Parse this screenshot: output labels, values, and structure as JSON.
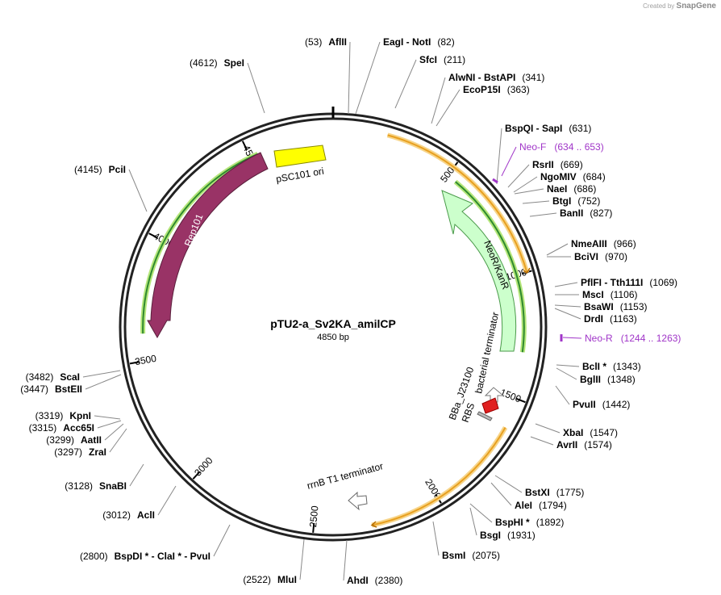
{
  "credit": {
    "prefix": "Created by",
    "brand": "SnapGene"
  },
  "plasmid": {
    "name": "pTU2-a_Sv2KA_amilCP",
    "length_label": "4850 bp",
    "length": 4850
  },
  "ticks": [
    "500",
    "1000",
    "1500",
    "2000",
    "2500",
    "3000",
    "3500",
    "4000",
    "4500"
  ],
  "sites": [
    {
      "name": "AflII",
      "pos": "(53)"
    },
    {
      "name": "EagI  -  NotI",
      "pos": "(82)"
    },
    {
      "name": "SfcI",
      "pos": "(211)"
    },
    {
      "name": "AlwNI  -  BstAPI",
      "pos": "(341)"
    },
    {
      "name": "EcoP15I",
      "pos": "(363)"
    },
    {
      "name": "BspQI  -  SapI",
      "pos": "(631)"
    },
    {
      "name": "RsrII",
      "pos": "(669)"
    },
    {
      "name": "NgoMIV",
      "pos": "(684)"
    },
    {
      "name": "NaeI",
      "pos": "(686)"
    },
    {
      "name": "BtgI",
      "pos": "(752)"
    },
    {
      "name": "BanII",
      "pos": "(827)"
    },
    {
      "name": "NmeAIII",
      "pos": "(966)"
    },
    {
      "name": "BciVI",
      "pos": "(970)"
    },
    {
      "name": "PflFI  -  Tth111I",
      "pos": "(1069)"
    },
    {
      "name": "MscI",
      "pos": "(1106)"
    },
    {
      "name": "BsaWI",
      "pos": "(1153)"
    },
    {
      "name": "DrdI",
      "pos": "(1163)"
    },
    {
      "name": "BclI *",
      "pos": "(1343)"
    },
    {
      "name": "BglII",
      "pos": "(1348)"
    },
    {
      "name": "PvuII",
      "pos": "(1442)"
    },
    {
      "name": "XbaI",
      "pos": "(1547)"
    },
    {
      "name": "AvrII",
      "pos": "(1574)"
    },
    {
      "name": "BstXI",
      "pos": "(1775)"
    },
    {
      "name": "AleI",
      "pos": "(1794)"
    },
    {
      "name": "BspHI *",
      "pos": "(1892)"
    },
    {
      "name": "BsgI",
      "pos": "(1931)"
    },
    {
      "name": "BsmI",
      "pos": "(2075)"
    },
    {
      "name": "AhdI",
      "pos": "(2380)"
    },
    {
      "name": "MluI",
      "pos": "(2522)"
    },
    {
      "name": "BspDI *  -  ClaI *  -  PvuI",
      "pos": "(2800)"
    },
    {
      "name": "AclI",
      "pos": "(3012)"
    },
    {
      "name": "SnaBI",
      "pos": "(3128)"
    },
    {
      "name": "ZraI",
      "pos": "(3297)"
    },
    {
      "name": "AatII",
      "pos": "(3299)"
    },
    {
      "name": "Acc65I",
      "pos": "(3315)"
    },
    {
      "name": "KpnI",
      "pos": "(3319)"
    },
    {
      "name": "BstEII",
      "pos": "(3447)"
    },
    {
      "name": "ScaI",
      "pos": "(3482)"
    },
    {
      "name": "PciI",
      "pos": "(4145)"
    },
    {
      "name": "SpeI",
      "pos": "(4612)"
    }
  ],
  "primers": [
    {
      "name": "Neo-F",
      "range": "(634 .. 653)"
    },
    {
      "name": "Neo-R",
      "range": "(1244 .. 1263)"
    }
  ],
  "features": [
    {
      "name": "pSC101 ori",
      "color": "#ffff00"
    },
    {
      "name": "Rep101",
      "color": "#993366"
    },
    {
      "name": "NeoR/KanR",
      "color": "#ccffcc"
    },
    {
      "name": "bacterial terminator",
      "color": "#ffffff"
    },
    {
      "name": "BBa_J23100",
      "color": "#ffffff"
    },
    {
      "name": "RBS",
      "color": "#ffffff"
    },
    {
      "name": "rrnB T1 terminator",
      "color": "#ffffff"
    }
  ],
  "colors": {
    "orf": "#e8a020",
    "orf_glow": "#f7d58a",
    "green_arc": "#2f8a2f",
    "green_glow": "#b5e67a",
    "primer": "#a035c8",
    "amilcp": "#e02020"
  }
}
